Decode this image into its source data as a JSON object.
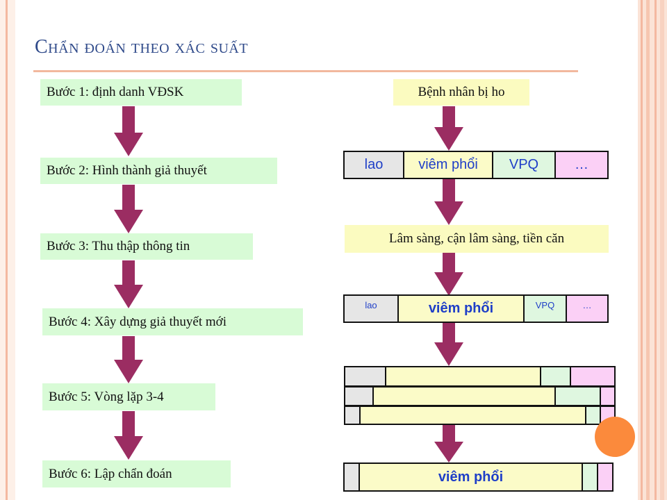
{
  "title": "Chẩn đoán theo xác suất",
  "steps": [
    "Bước 1: định danh VĐSK",
    "Bước 2: Hình thành giả thuyết",
    "Bước 3: Thu thập thông tin",
    "Bước 4: Xây dựng giả thuyết mới",
    "Bước 5: Vòng lặp 3-4",
    "Bước 6: Lập chẩn đoán"
  ],
  "right_flow": {
    "start": "Bệnh nhân bị ho",
    "hypotheses": [
      "lao",
      "viêm phổi",
      "VPQ",
      "…"
    ],
    "info": "Lâm sàng, cận lâm sàng, tiền căn",
    "updated": [
      "lao",
      "viêm phổi",
      "VPQ",
      "…"
    ],
    "final": "viêm phổi"
  },
  "colors": {
    "title": "#2f4a8a",
    "arrow": "#9b2d62",
    "step_fill": "#d8fbd6",
    "note_fill": "#fbfbc0",
    "hyp_lao": "#e6e6e6",
    "hyp_viem_phoi": "#fbfbc8",
    "hyp_vpq": "#dff7e0",
    "hyp_other": "#fbd0f6",
    "accent_dot": "#fb8a3c"
  }
}
